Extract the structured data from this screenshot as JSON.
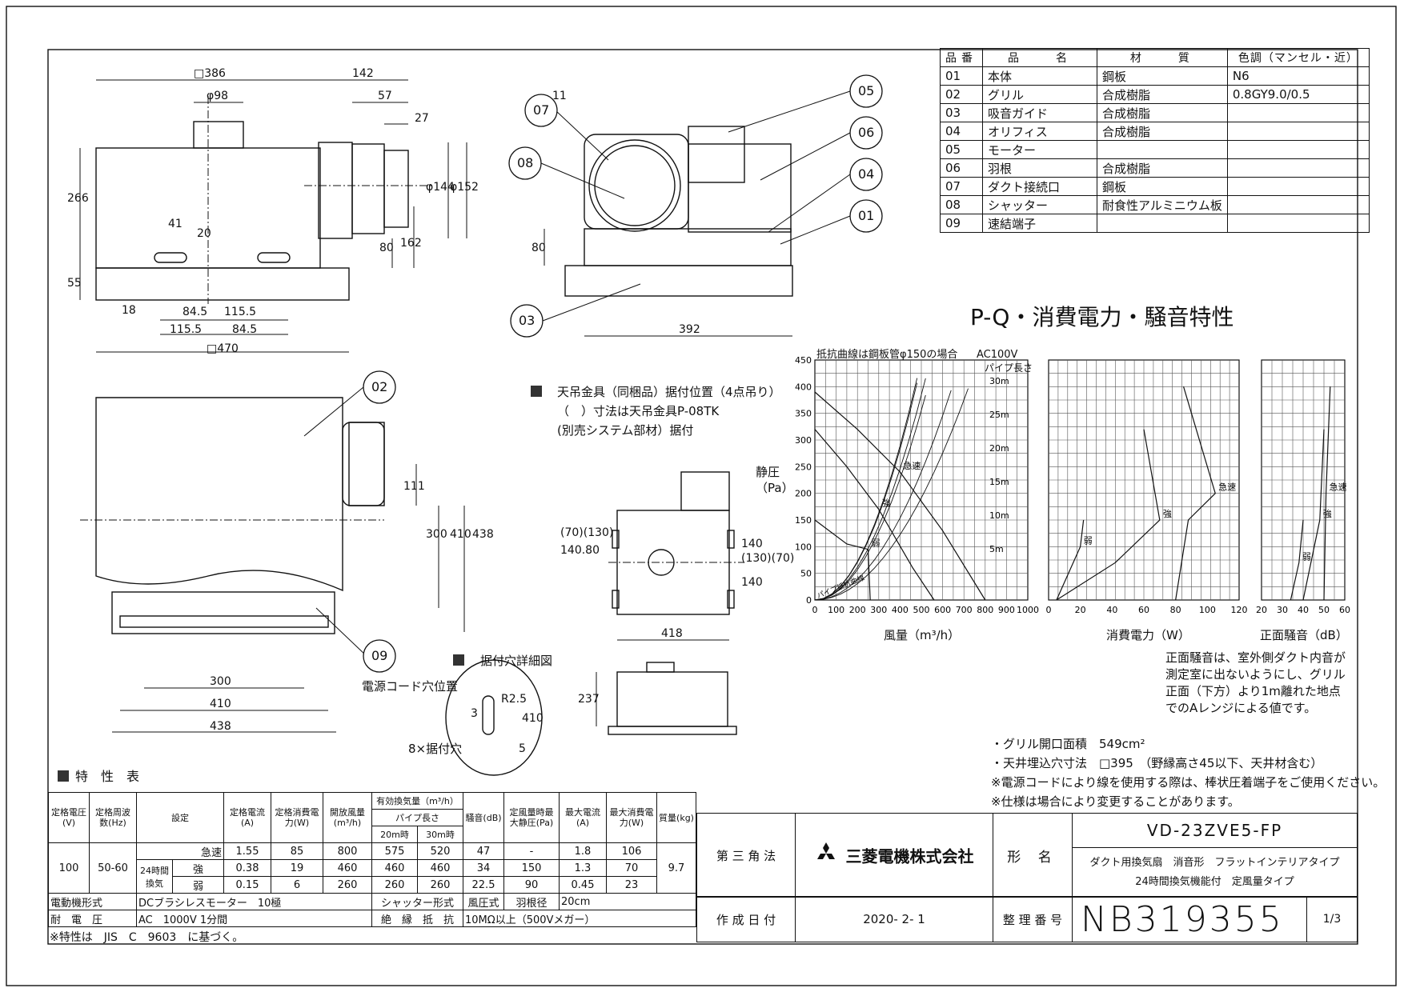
{
  "parts_table": {
    "headers": [
      "品番",
      "品　　名",
      "材　　質",
      "色調（マンセル・近）"
    ],
    "rows": [
      [
        "01",
        "本体",
        "鋼板",
        "N6"
      ],
      [
        "02",
        "グリル",
        "合成樹脂",
        "0.8GY9.0/0.5"
      ],
      [
        "03",
        "吸音ガイド",
        "合成樹脂",
        ""
      ],
      [
        "04",
        "オリフィス",
        "合成樹脂",
        ""
      ],
      [
        "05",
        "モーター",
        "",
        ""
      ],
      [
        "06",
        "羽根",
        "合成樹脂",
        ""
      ],
      [
        "07",
        "ダクト接続口",
        "鋼板",
        ""
      ],
      [
        "08",
        "シャッター",
        "耐食性アルミニウム板",
        ""
      ],
      [
        "09",
        "速結端子",
        "",
        ""
      ]
    ]
  },
  "dims": {
    "d386": "□386",
    "d142": "142",
    "d98": "φ98",
    "d57": "57",
    "d27": "27",
    "d266": "266",
    "d144": "φ144",
    "d152": "φ152",
    "d41": "41",
    "d20": "20",
    "d80": "80",
    "d162": "162",
    "d55": "55",
    "d18": "18",
    "d84a": "84.5",
    "d115a": "115.5",
    "d115b": "115.5",
    "d84b": "84.5",
    "d470": "□470",
    "d11": "11",
    "d80b": "80",
    "d392": "392",
    "d111": "111",
    "d300v": "300",
    "d410v": "410",
    "d438v": "438",
    "d300h": "300",
    "d410h": "410",
    "d438h": "438",
    "d418": "418",
    "d237": "237",
    "d140l": "(70)(130)",
    "d140la": "140.80",
    "d140r": "140",
    "d140ra": "(130)(70)",
    "d140rb": "140",
    "d70": "(70)(130)",
    "hole3": "3",
    "holeR": "R2.5",
    "hole410": "410",
    "hole5": "5"
  },
  "callouts": [
    "07",
    "08",
    "05",
    "06",
    "04",
    "01",
    "03",
    "02",
    "09"
  ],
  "mount_notes": {
    "line1": "天吊金具（同梱品）据付位置（4点吊り）",
    "line2": "（　）寸法は天吊金具P-08TK",
    "line3": "(別売システム部材）据付",
    "hole_title": "据付穴詳細図",
    "power_cord": "電源コード穴位置",
    "mount_holes": "8×据付穴"
  },
  "chart_data": {
    "type": "line",
    "title": "P-Q・消費電力・騒音特性",
    "note_top": "抵抗曲線は鋼板管φ150の場合",
    "voltage": "AC100V",
    "pipe_label": "パイプ長さ",
    "ylabel": "静圧（Pa）",
    "panels": [
      {
        "name": "pq",
        "xlabel": "風量（m³/h）",
        "xlim": [
          0,
          1000
        ],
        "ylim": [
          0,
          450
        ],
        "xticks": [
          0,
          100,
          200,
          300,
          400,
          500,
          600,
          700,
          800,
          900,
          1000
        ],
        "yticks": [
          0,
          50,
          100,
          150,
          200,
          250,
          300,
          350,
          400,
          450
        ],
        "series": [
          {
            "name": "急速",
            "x": [
              0,
              200,
              400,
              600,
              800
            ],
            "y": [
              390,
              320,
              240,
              130,
              0
            ]
          },
          {
            "name": "強",
            "x": [
              0,
              150,
              300,
              460,
              560
            ],
            "y": [
              320,
              250,
              170,
              60,
              0
            ]
          },
          {
            "name": "弱",
            "x": [
              0,
              150,
              250,
              260
            ],
            "y": [
              150,
              105,
              95,
              0
            ]
          }
        ],
        "pipe_lengths": [
          "30m",
          "25m",
          "20m",
          "15m",
          "10m",
          "5m"
        ],
        "pipe_resistance_label": "パイプ抵抗曲線"
      },
      {
        "name": "power",
        "xlabel": "消費電力（W）",
        "xlim": [
          0,
          120
        ],
        "xticks": [
          0,
          20,
          40,
          60,
          80,
          100,
          120
        ],
        "series": [
          {
            "name": "急速",
            "x": [
              80,
              88,
              105,
              85
            ],
            "y": [
              0,
              150,
              200,
              400
            ]
          },
          {
            "name": "強",
            "x": [
              5,
              42,
              70,
              60
            ],
            "y": [
              0,
              70,
              150,
              320
            ]
          },
          {
            "name": "弱",
            "x": [
              5,
              20,
              22
            ],
            "y": [
              0,
              100,
              150
            ]
          }
        ]
      },
      {
        "name": "noise",
        "xlabel": "正面騒音（dB）",
        "xlim": [
          20,
          60
        ],
        "xticks": [
          20,
          30,
          40,
          50,
          60
        ],
        "series": [
          {
            "name": "急速",
            "x": [
              50,
              51,
              53
            ],
            "y": [
              0,
              200,
              400
            ]
          },
          {
            "name": "強",
            "x": [
              40,
              48,
              50
            ],
            "y": [
              0,
              150,
              320
            ]
          },
          {
            "name": "弱",
            "x": [
              34,
              38,
              40
            ],
            "y": [
              0,
              70,
              150
            ]
          }
        ]
      }
    ]
  },
  "noise_note": [
    "正面騒音は、室外側ダクト内音が",
    "測定室に出ないようにし、グリル",
    "正面（下方）より1m離れた地点",
    "でのAレンジによる値です。"
  ],
  "spec_notes": [
    "・グリル開口面積　549cm²",
    "・天井埋込穴寸法　□395　（野縁高さ45以下、天井材含む）",
    "※電源コードにより線を使用する際は、棒状圧着端子をご使用ください。",
    "※仕様は場合により変更することがあります。"
  ],
  "spec_table": {
    "title": "特　性　表",
    "headers": [
      "定格電圧(V)",
      "定格周波数(Hz)",
      "設定",
      "定格電流(A)",
      "定格消費電力(W)",
      "開放風量(m³/h)",
      "有効換気量（m³/h）",
      "パイプ長さ",
      "20m時",
      "30m時",
      "騒音(dB)",
      "定風量時最大静圧(Pa)",
      "最大電流(A)",
      "最大消費電力(W)",
      "質量(kg)"
    ],
    "voltage": "100",
    "freq": "50-60",
    "mass": "9.7",
    "mode_24h": "24時間換気",
    "rows": [
      {
        "mode": "急速",
        "current": "1.55",
        "power": "85",
        "open": "800",
        "p20": "575",
        "p30": "520",
        "noise": "47",
        "pres": "-",
        "maxa": "1.8",
        "maxw": "106"
      },
      {
        "mode": "強",
        "current": "0.38",
        "power": "19",
        "open": "460",
        "p20": "460",
        "p30": "460",
        "noise": "34",
        "pres": "150",
        "maxa": "1.3",
        "maxw": "70"
      },
      {
        "mode": "弱",
        "current": "0.15",
        "power": "6",
        "open": "260",
        "p20": "260",
        "p30": "260",
        "noise": "22.5",
        "pres": "90",
        "maxa": "0.45",
        "maxw": "23"
      }
    ],
    "motor_label": "電動機形式",
    "motor_value": "DCブラシレスモーター　10極",
    "shutter_label": "シャッター形式",
    "shutter_value": "風圧式",
    "blade_label": "羽根径",
    "blade_value": "20cm",
    "withstand_label": "耐　電　圧",
    "withstand_value": "AC　1000V 1分間",
    "insul_label": "絶　縁　抵　抗",
    "insul_value": "10MΩ以上（500Vメガー）",
    "footnote": "※特性は　JIS　C　9603　に基づく。"
  },
  "title_block": {
    "projection": "第 三 角 法",
    "company": "三菱電機株式会社",
    "model_label": "形 名",
    "model": "VD-23ZVE5-FP",
    "desc1": "ダクト用換気扇　消音形　フラットインテリアタイプ",
    "desc2": "24時間換気機能付　定風量タイプ",
    "date_label": "作 成 日 付",
    "date": "2020- 2- 1",
    "number_label": "整 理 番 号",
    "number": "NB319355",
    "sheet": "1/3"
  }
}
